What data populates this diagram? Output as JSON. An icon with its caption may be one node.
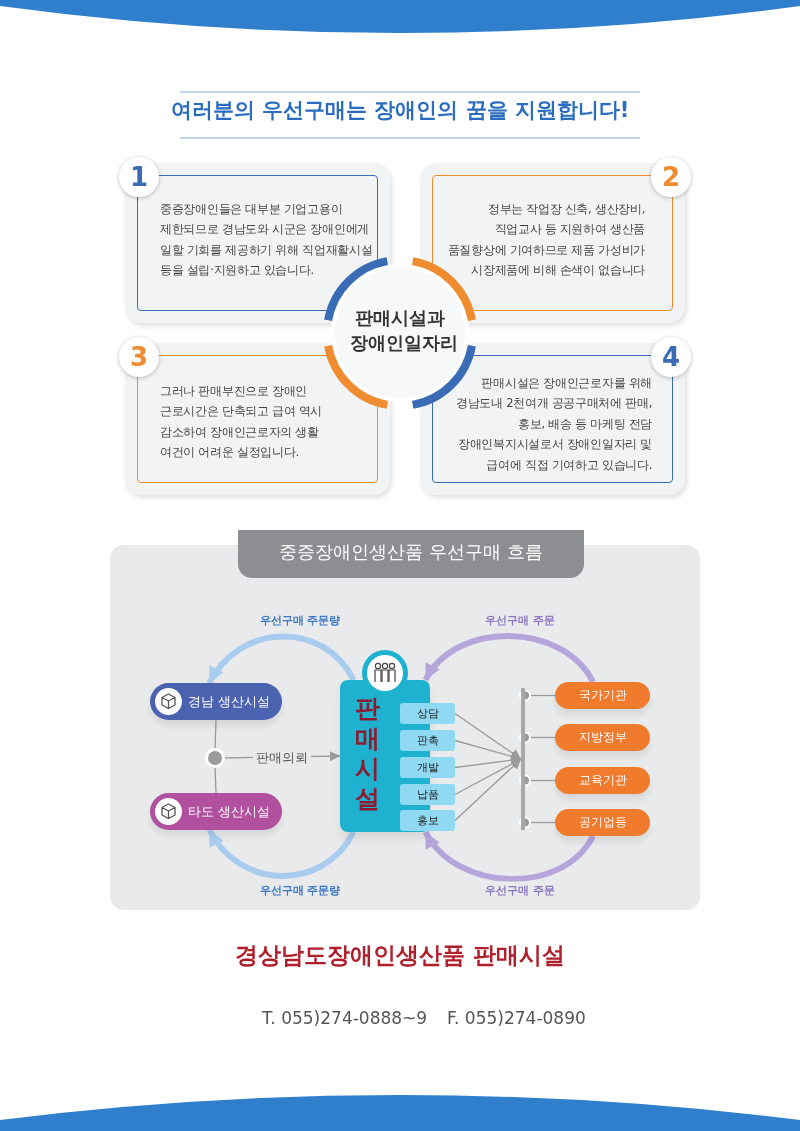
{
  "diagram": {
    "title": "여러분의 우선구매는 장애인의 꿈을 지원합니다!",
    "nodes": [
      {
        "text": [
          "1",
          "중증장애인들은 대부분 기업고용이 제한되므로 경남도와 시군은 장애인에게 일할 기회를 제공하기 위해 직업재활시설 등을 설립·지원하고 있습니다."
        ]
      },
      {
        "text": [
          "2",
          "정부는 작업장 신축, 생산장비, 직업교사 등 지원하여 생산품 품질향상에 기여하므로 제품 가성비가 시장제품에 비해 손색이 없습니다"
        ]
      },
      {
        "text": [
          "3",
          "그러나 판매부진으로 장애인 근로시간은 단축되고 급여 역시 감소하여 장애인근로자의 생활 여건이 어려운 실정입니다."
        ]
      },
      {
        "text": [
          "4",
          "판매시설은 장애인근로자를 위해 경남도내 2천여개 공공구매처에 판매, 홍보, 배송 등 마케팅 전담 장애인복지시설로서 장애인일자리 및 급여에 직접 기여하고 있습니다."
        ]
      },
      {
        "text": [
          "판매시설과 장애인일자리"
        ]
      },
      {
        "text": [
          "중증장애인생산품 우선구매 흐름"
        ]
      },
      {
        "text": [
          "경남 생산시설"
        ],
        "in": 5
      },
      {
        "text": [
          "타도 생산시설"
        ],
        "in": 5
      },
      {
        "text": [],
        "shape": "circle",
        "in": 5
      },
      {
        "text": [
          "판매시설"
        ],
        "in": 5
      },
      {
        "text": [
          "상담"
        ],
        "in": 5
      },
      {
        "text": [
          "판촉"
        ],
        "in": 5
      },
      {
        "text": [
          "개발"
        ],
        "in": 5
      },
      {
        "text": [
          "납품"
        ],
        "in": 5
      },
      {
        "text": [
          "홍보"
        ],
        "in": 5
      },
      {
        "text": [],
        "shape": "bar",
        "in": 5
      },
      {
        "text": [
          "국가기관"
        ],
        "in": 5
      },
      {
        "text": [
          "지방정부"
        ],
        "in": 5
      },
      {
        "text": [
          "교육기관"
        ],
        "in": 5
      },
      {
        "text": [
          "공기업등"
        ],
        "in": 5
      }
    ],
    "edges": [
      {
        "from": 6,
        "to": 8,
        "arrow": "none"
      },
      {
        "from": 7,
        "to": 8,
        "arrow": "none"
      },
      {
        "from": 8,
        "to": 9,
        "arrow": "to",
        "label": "판매의뢰"
      },
      {
        "from": 10,
        "to": 15,
        "arrow": "to"
      },
      {
        "from": 11,
        "to": 15,
        "arrow": "to"
      },
      {
        "from": 12,
        "to": 15,
        "arrow": "to"
      },
      {
        "from": 13,
        "to": 15,
        "arrow": "to"
      },
      {
        "from": 14,
        "to": 15,
        "arrow": "to"
      },
      {
        "from": 15,
        "to": 16,
        "arrow": "other"
      },
      {
        "from": 15,
        "to": 17,
        "arrow": "other"
      },
      {
        "from": 15,
        "to": 18,
        "arrow": "other"
      },
      {
        "from": 15,
        "to": 19,
        "arrow": "other"
      },
      {
        "from": 9,
        "to": 6,
        "arrow": "to",
        "label": "우선구매 주문량",
        "style": "thick",
        "color": "#a8cbee"
      },
      {
        "from": 9,
        "to": 7,
        "arrow": "to",
        "label": "우선구매 주문량",
        "style": "thick",
        "color": "#a8cbee"
      },
      {
        "from": 16,
        "to": 9,
        "arrow": "to",
        "label": "우선구매 주문",
        "style": "thick",
        "color": "#b4a5db"
      },
      {
        "from": 19,
        "to": 9,
        "arrow": "to",
        "label": "우선구매 주문",
        "style": "thick",
        "color": "#b4a5db"
      }
    ],
    "labels": [
      "경상남도장애인생산품 판매시설",
      "T. 055)274-0888~9",
      "F. 055)274-0890"
    ]
  }
}
